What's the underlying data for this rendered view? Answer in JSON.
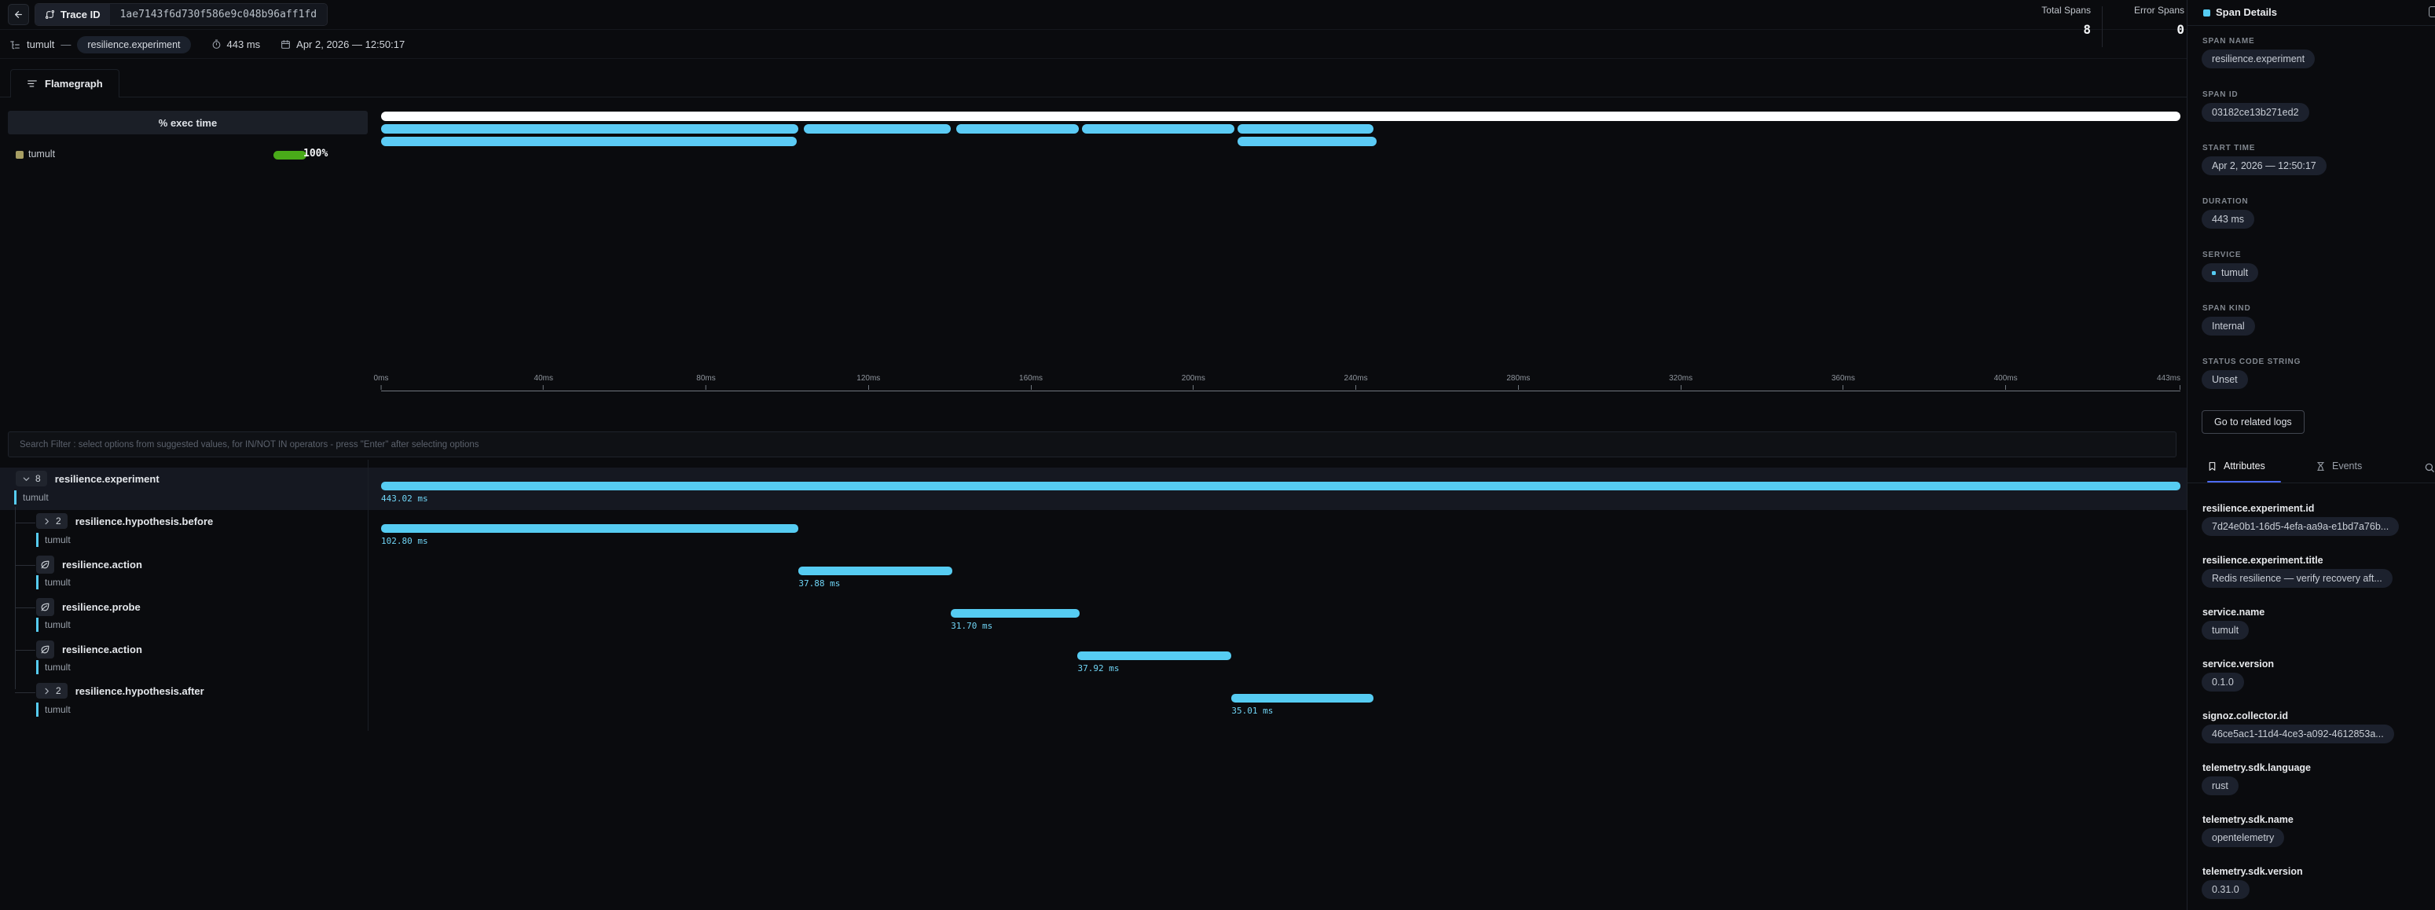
{
  "header": {
    "trace_id_label": "Trace ID",
    "trace_id": "1ae7143f6d730f586e9c048b96aff1fd",
    "service": "tumult",
    "separator": "—",
    "root_span": "resilience.experiment",
    "duration": "443 ms",
    "start_datetime": "Apr 2, 2026 — 12:50:17",
    "total_spans_label": "Total Spans",
    "total_spans_value": "8",
    "error_spans_label": "Error Spans",
    "error_spans_value": "0"
  },
  "flamegraph": {
    "tab_label": "Flamegraph",
    "exec_time_header": "% exec time",
    "legend": {
      "service": "tumult",
      "percent": "100%",
      "bar_color": "#49aa19",
      "square_color": "#a79e63"
    },
    "total_ms": 443.02,
    "bar_colors": {
      "root": "#ffffff",
      "child": "#5bcbf5"
    },
    "rows": [
      {
        "bars": [
          {
            "start": 0,
            "dur": 443.02,
            "color": "root"
          }
        ]
      },
      {
        "bars": [
          {
            "start": 0,
            "dur": 102.8,
            "color": "child"
          },
          {
            "start": 104.1,
            "dur": 36.2,
            "color": "child"
          },
          {
            "start": 141.6,
            "dur": 30.2,
            "color": "child"
          },
          {
            "start": 172.6,
            "dur": 37.5,
            "color": "child"
          },
          {
            "start": 210.9,
            "dur": 33.5,
            "color": "child"
          }
        ]
      },
      {
        "bars": [
          {
            "start": 0,
            "dur": 102.3,
            "color": "child"
          },
          {
            "start": 210.9,
            "dur": 34.2,
            "color": "child"
          }
        ]
      }
    ],
    "axis_ticks": [
      {
        "label": "0ms",
        "ms": 0
      },
      {
        "label": "40ms",
        "ms": 40
      },
      {
        "label": "80ms",
        "ms": 80
      },
      {
        "label": "120ms",
        "ms": 120
      },
      {
        "label": "160ms",
        "ms": 160
      },
      {
        "label": "200ms",
        "ms": 200
      },
      {
        "label": "240ms",
        "ms": 240
      },
      {
        "label": "280ms",
        "ms": 280
      },
      {
        "label": "320ms",
        "ms": 320
      },
      {
        "label": "360ms",
        "ms": 360
      },
      {
        "label": "400ms",
        "ms": 400
      },
      {
        "label": "443ms",
        "ms": 443.02
      }
    ]
  },
  "search_filter": {
    "placeholder": "Search Filter : select options from suggested values, for IN/NOT IN operators - press \"Enter\" after selecting options"
  },
  "trace_tree": {
    "spans": [
      {
        "name": "resilience.experiment",
        "service": "tumult",
        "toggle": "expanded",
        "count": "8",
        "depth": 0,
        "start_ms": 0,
        "duration_ms": 443.02,
        "duration_label": "443.02 ms",
        "selected": true
      },
      {
        "name": "resilience.hypothesis.before",
        "service": "tumult",
        "toggle": "collapsed",
        "count": "2",
        "depth": 1,
        "start_ms": 0,
        "duration_ms": 102.8,
        "duration_label": "102.80 ms",
        "selected": false
      },
      {
        "name": "resilience.action",
        "service": "tumult",
        "toggle": "leaf",
        "count": "",
        "depth": 1,
        "start_ms": 102.8,
        "duration_ms": 37.88,
        "duration_label": "37.88 ms",
        "selected": false
      },
      {
        "name": "resilience.probe",
        "service": "tumult",
        "toggle": "leaf",
        "count": "",
        "depth": 1,
        "start_ms": 140.3,
        "duration_ms": 31.7,
        "duration_label": "31.70 ms",
        "selected": false
      },
      {
        "name": "resilience.action",
        "service": "tumult",
        "toggle": "leaf",
        "count": "",
        "depth": 1,
        "start_ms": 171.5,
        "duration_ms": 37.92,
        "duration_label": "37.92 ms",
        "selected": false
      },
      {
        "name": "resilience.hypothesis.after",
        "service": "tumult",
        "toggle": "collapsed",
        "count": "2",
        "depth": 1,
        "start_ms": 209.4,
        "duration_ms": 35.01,
        "duration_label": "35.01 ms",
        "selected": false
      }
    ]
  },
  "span_details": {
    "title": "Span Details",
    "accent_color": "#56ccf2",
    "fields": [
      {
        "label": "SPAN NAME",
        "value": "resilience.experiment",
        "dot": false
      },
      {
        "label": "SPAN ID",
        "value": "03182ce13b271ed2",
        "dot": false
      },
      {
        "label": "START TIME",
        "value": "Apr 2, 2026 — 12:50:17",
        "dot": false
      },
      {
        "label": "DURATION",
        "value": "443 ms",
        "dot": false
      },
      {
        "label": "SERVICE",
        "value": "tumult",
        "dot": true
      },
      {
        "label": "SPAN KIND",
        "value": "Internal",
        "dot": false
      },
      {
        "label": "STATUS CODE STRING",
        "value": "Unset",
        "dot": false
      }
    ],
    "related_logs_button": "Go to related logs",
    "tabs": [
      {
        "label": "Attributes",
        "active": true
      },
      {
        "label": "Events",
        "active": false
      }
    ],
    "attributes": [
      {
        "key": "resilience.experiment.id",
        "value": "7d24e0b1-16d5-4efa-aa9a-e1bd7a76b..."
      },
      {
        "key": "resilience.experiment.title",
        "value": "Redis resilience — verify recovery aft..."
      },
      {
        "key": "service.name",
        "value": "tumult"
      },
      {
        "key": "service.version",
        "value": "0.1.0"
      },
      {
        "key": "signoz.collector.id",
        "value": "46ce5ac1-11d4-4ce3-a092-4612853a..."
      },
      {
        "key": "telemetry.sdk.language",
        "value": "rust"
      },
      {
        "key": "telemetry.sdk.name",
        "value": "opentelemetry"
      },
      {
        "key": "telemetry.sdk.version",
        "value": "0.31.0"
      }
    ]
  }
}
